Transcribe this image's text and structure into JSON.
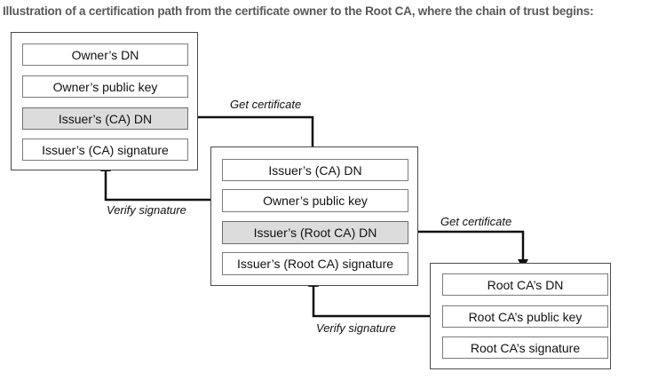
{
  "title": "Illustration of a certification path from the certificate owner to the Root CA, where the chain of trust begins:",
  "colors": {
    "background": "#ffffff",
    "title_text": "#595959",
    "box_border": "#4a4a4a",
    "row_border": "#7b7b7b",
    "shaded_row_fill": "#dcdcdc",
    "arrow": "#111111"
  },
  "boxes": [
    {
      "name": "owner-certificate",
      "rows": [
        {
          "label": "Owner’s DN",
          "shaded": false
        },
        {
          "label": "Owner’s public key",
          "shaded": false
        },
        {
          "label": "Issuer’s (CA) DN",
          "shaded": true
        },
        {
          "label": "Issuer’s (CA) signature",
          "shaded": false
        }
      ]
    },
    {
      "name": "ca-certificate",
      "rows": [
        {
          "label": "Issuer’s (CA) DN",
          "shaded": false
        },
        {
          "label": "Owner’s public key",
          "shaded": false
        },
        {
          "label": "Issuer’s (Root CA) DN",
          "shaded": true
        },
        {
          "label": "Issuer’s (Root CA) signature",
          "shaded": false
        }
      ]
    },
    {
      "name": "root-ca-certificate",
      "rows": [
        {
          "label": "Root CA’s DN",
          "shaded": false
        },
        {
          "label": "Root CA’s public key",
          "shaded": false
        },
        {
          "label": "Root CA’s signature",
          "shaded": false
        }
      ]
    }
  ],
  "arrows": [
    {
      "label": "Get certificate",
      "from": "Issuer’s (CA) DN",
      "to": "ca-certificate"
    },
    {
      "label": "Verify signature",
      "from": "Owner’s public key (ca-certificate)",
      "to": "Issuer’s (CA) signature"
    },
    {
      "label": "Get certificate",
      "from": "Issuer’s (Root CA) DN",
      "to": "root-ca-certificate"
    },
    {
      "label": "Verify signature",
      "from": "Root CA’s public key",
      "to": "Issuer’s (Root CA) signature"
    }
  ]
}
